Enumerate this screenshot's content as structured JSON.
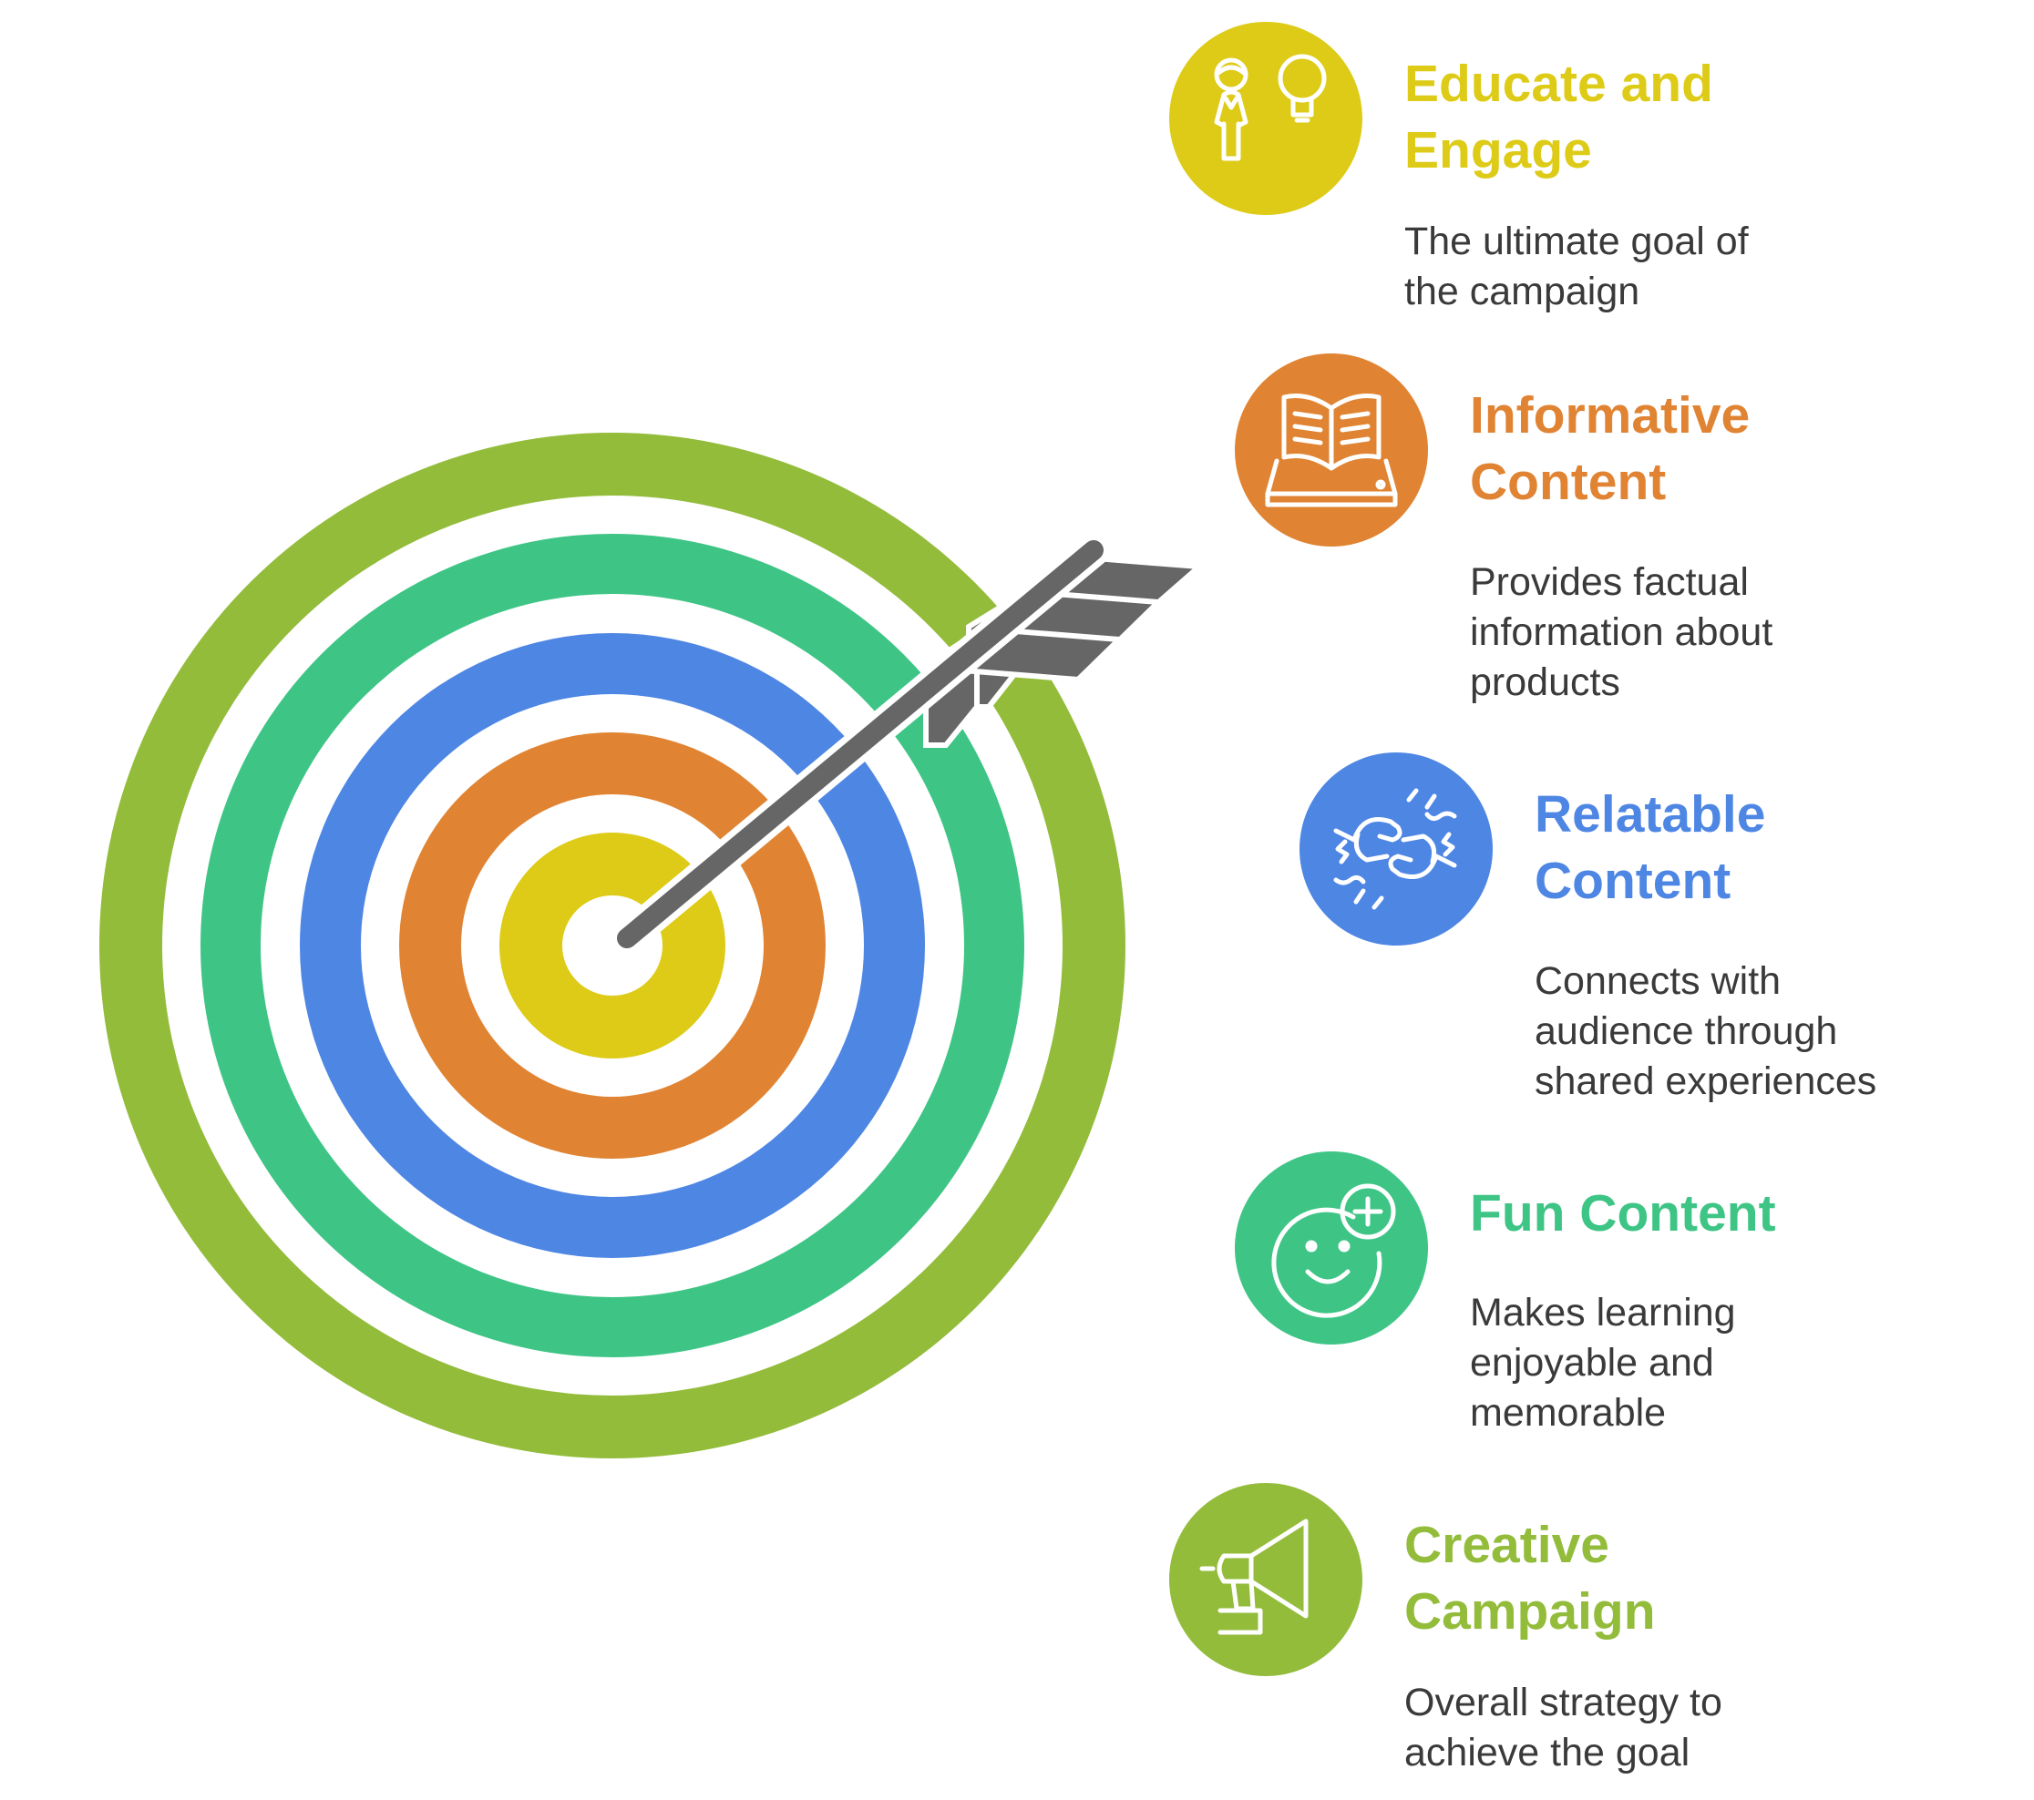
{
  "colors": {
    "yellow": "#DDCB17",
    "orange": "#E08433",
    "blue": "#4E86E4",
    "teal": "#3EC585",
    "green": "#93BC3B",
    "arrow": "#666666",
    "text": "#3a3a3a"
  },
  "items": [
    {
      "title": [
        "Educate and",
        "Engage"
      ],
      "desc": [
        "The ultimate goal of",
        "the campaign"
      ],
      "color": "#DDCB17",
      "icon": "teacher-lightbulb-icon"
    },
    {
      "title": [
        "Informative",
        "Content"
      ],
      "desc": [
        "Provides factual",
        "information about",
        "products"
      ],
      "color": "#E08433",
      "icon": "open-book-icon"
    },
    {
      "title": [
        "Relatable",
        "Content"
      ],
      "desc": [
        "Connects with",
        "audience through",
        "shared experiences"
      ],
      "color": "#4E86E4",
      "icon": "fist-bump-icon"
    },
    {
      "title": [
        "Fun Content"
      ],
      "desc": [
        "Makes learning",
        "enjoyable and",
        "memorable"
      ],
      "color": "#3EC585",
      "icon": "smiley-plus-icon"
    },
    {
      "title": [
        "Creative",
        "Campaign"
      ],
      "desc": [
        "Overall strategy to",
        "achieve the goal"
      ],
      "color": "#93BC3B",
      "icon": "megaphone-icon"
    }
  ]
}
